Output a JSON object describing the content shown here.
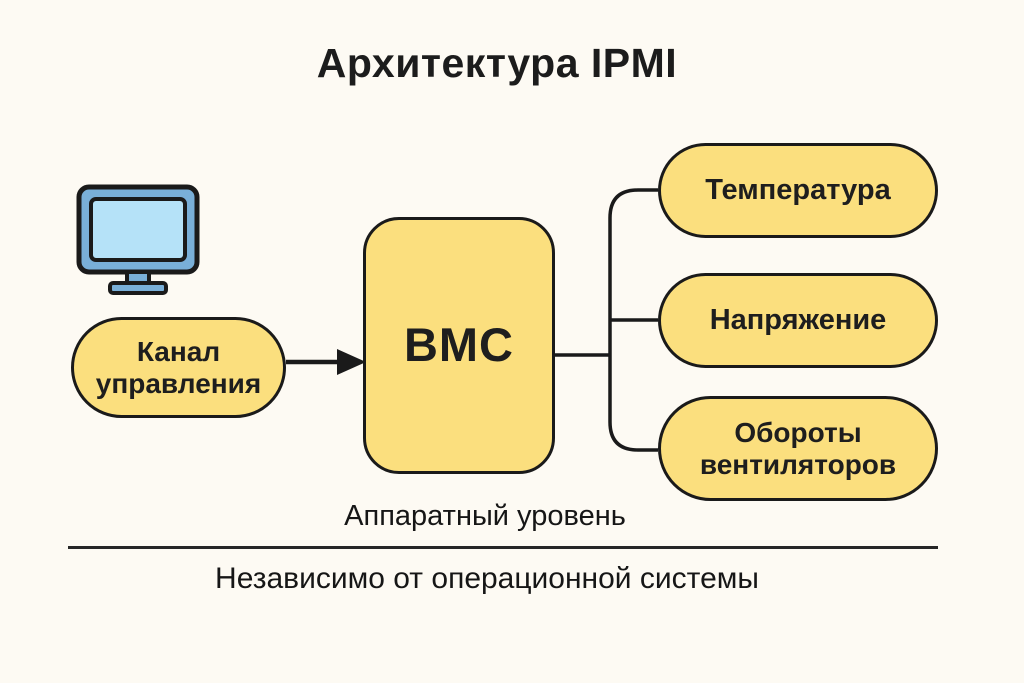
{
  "title": "Архитектура IPMI",
  "nodes": {
    "channel": {
      "label": "Канал управления"
    },
    "bmc": {
      "label": "BMC"
    },
    "sensors": [
      {
        "label": "Температура"
      },
      {
        "label": "Напряжение"
      },
      {
        "label": "Обороты вентиляторов"
      }
    ]
  },
  "footer": {
    "hardware_level": "Аппаратный уровень",
    "os_independent": "Независимо от операционной системы"
  },
  "icons": {
    "monitor": "monitor-icon"
  },
  "colors": {
    "background": "#FDFAF3",
    "node_fill": "#FBDF7E",
    "outline": "#1A1A1A",
    "monitor_frame": "#79AFD8",
    "monitor_screen": "#B5E2F8",
    "text": "#1E1E1E"
  }
}
